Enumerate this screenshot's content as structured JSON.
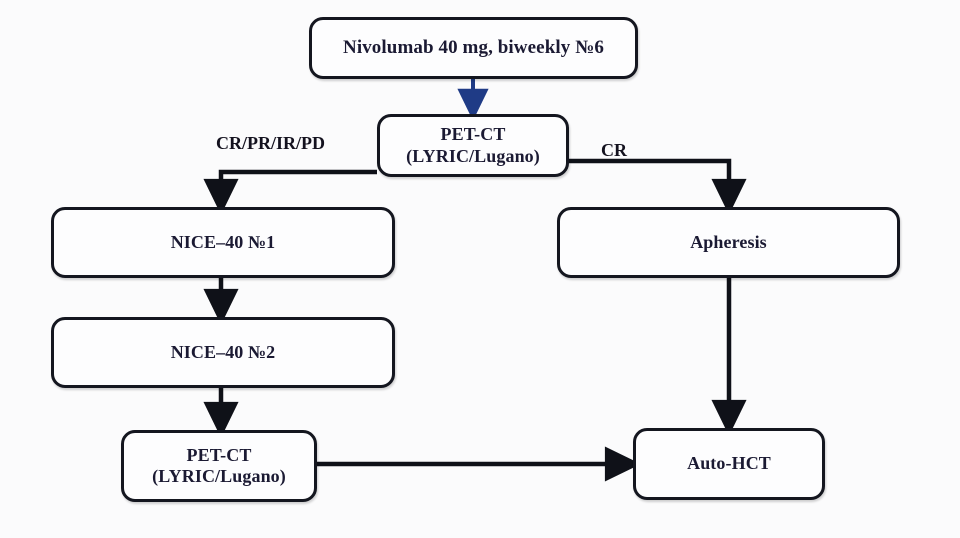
{
  "diagram": {
    "title": "Nivolumab salvage therapy treatment flowchart",
    "background_color": "#fbfbfc",
    "node_border_color": "#14161f",
    "node_fill_color": "#fdfdfe",
    "node_text_color": "#1b1a33",
    "edge_color": "#0f1118",
    "first_edge_color": "#1f3b86"
  },
  "nodes": {
    "nivolumab": {
      "label": "Nivolumab 40 mg, biweekly №6"
    },
    "petct_top": {
      "label": "PET-CT\n(LYRIC/Lugano)"
    },
    "nice1": {
      "label": "NICE–40 №1"
    },
    "nice2": {
      "label": "NICE–40 №2"
    },
    "petct_bottom": {
      "label": "PET-CT\n(LYRIC/Lugano)"
    },
    "apheresis": {
      "label": "Apheresis"
    },
    "autohct": {
      "label": "Auto-HCT"
    }
  },
  "edge_labels": {
    "left_branch": "CR/PR/IR/PD",
    "right_branch": "CR"
  },
  "edges": [
    {
      "from": "nivolumab",
      "to": "petct_top",
      "label": "",
      "color": "#1f3b86"
    },
    {
      "from": "petct_top",
      "to": "nice1",
      "label": "CR/PR/IR/PD",
      "color": "#0f1118"
    },
    {
      "from": "petct_top",
      "to": "apheresis",
      "label": "CR",
      "color": "#0f1118"
    },
    {
      "from": "nice1",
      "to": "nice2",
      "label": "",
      "color": "#0f1118"
    },
    {
      "from": "nice2",
      "to": "petct_bottom",
      "label": "",
      "color": "#0f1118"
    },
    {
      "from": "petct_bottom",
      "to": "autohct",
      "label": "",
      "color": "#0f1118"
    },
    {
      "from": "apheresis",
      "to": "autohct",
      "label": "",
      "color": "#0f1118"
    }
  ]
}
